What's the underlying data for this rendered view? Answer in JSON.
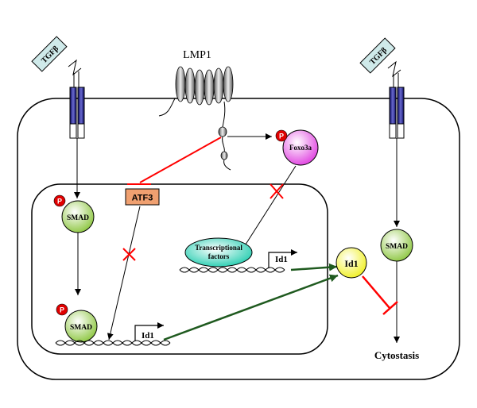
{
  "labels": {
    "tgfb_left": "TGFβ",
    "tgfb_right": "TGFβ",
    "lmp1": "LMP1",
    "foxo3a": "Foxo3a",
    "phospho": "P",
    "atf3": "ATF3",
    "smad_upper": "SMAD",
    "smad_lower": "SMAD",
    "smad_right": "SMAD",
    "tf_line1": "Transcriptional",
    "tf_line2": "factors",
    "id1_gene_upper": "Id1",
    "id1_gene_lower": "Id1",
    "id1_protein": "Id1",
    "cytostasis": "Cytostasis"
  },
  "colors": {
    "receptor": "#1a1a8c",
    "tgfb_box": "#cfeaea",
    "inhibit_red": "#ff0000",
    "activate_green": "#1f5a1f",
    "atf3_box": "#f0a070",
    "foxo3a_fill": "#e060e0",
    "smad_fill": "#9acd32",
    "tf_fill": "#20c0a0",
    "id1_fill": "#f0f040",
    "p_circle": "#e00000"
  }
}
